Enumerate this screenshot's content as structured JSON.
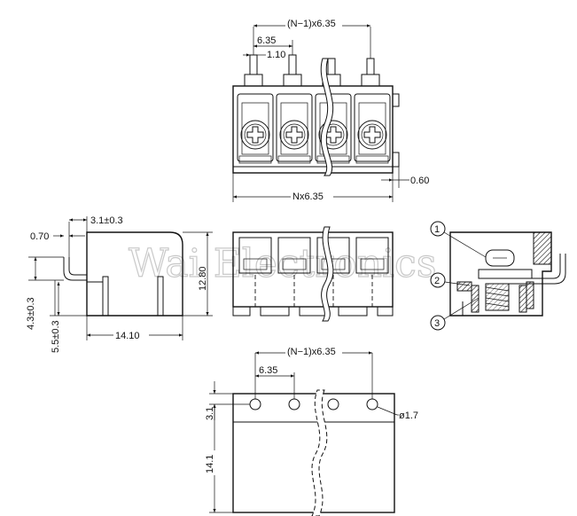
{
  "top_view": {
    "pitch_total": "(N−1)x6.35",
    "pitch": "6.35",
    "pin_width": "1.10",
    "overall": "Nx6.35",
    "thickness": "0.60"
  },
  "side_view": {
    "top_offset": "3.1±0.3",
    "lead": "0.70",
    "pin_height": "4.3±0.3",
    "lower_height": "5.5±0.3",
    "depth": "14.10",
    "body_height": "12.80"
  },
  "section_view": {
    "callouts": [
      "1",
      "2",
      "3"
    ]
  },
  "footprint": {
    "pitch_total": "(N−1)x6.35",
    "pitch": "6.35",
    "row_offset": "3.1",
    "hole_diameter": "ø1.7",
    "depth": "14.1"
  },
  "watermark": "Wai Electronics"
}
